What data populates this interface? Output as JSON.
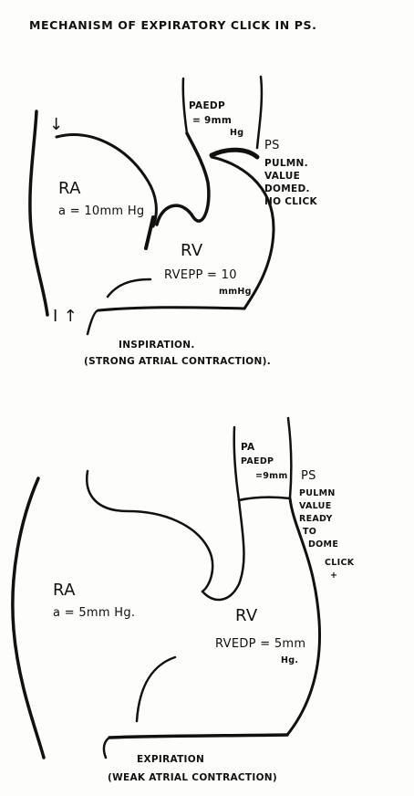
{
  "title": "MECHANISM OF EXPIRATORY CLICK IN PS.",
  "panels": {
    "inspiration": {
      "pa_label_1": "PAEDP",
      "pa_label_2": "= 9mm",
      "pa_label_3": "Hg",
      "ps_label": "PS",
      "ps_note": [
        "PULMN.",
        "VALUE",
        "DOMED.",
        "NO CLICK"
      ],
      "ra_label": "RA",
      "ra_pressure": "a = 10mm Hg",
      "rv_label": "RV",
      "rv_pressure_1": "RVEPP = 10",
      "rv_pressure_2": "mmHg",
      "arrow_down": "↓",
      "arrow_up": "↑",
      "caption_1": "INSPIRATION.",
      "caption_2": "(STRONG ATRIAL CONTRACTION)."
    },
    "expiration": {
      "pa_label_1": "PA",
      "pa_label_2": "PAEDP",
      "pa_label_3": "=9mm",
      "ps_label": "PS",
      "ps_note": [
        "PULMN",
        "VALUE",
        "READY",
        "TO",
        "DOME",
        "CLICK",
        "+"
      ],
      "ra_label": "RA",
      "ra_pressure": "a = 5mm Hg.",
      "rv_label": "RV",
      "rv_pressure_1": "RVEDP = 5mm",
      "rv_pressure_2": "Hg.",
      "caption_1": "EXPIRATION",
      "caption_2": "(WEAK ATRIAL CONTRACTION)"
    }
  },
  "colors": {
    "ink": "#111111",
    "paper": "#fdfdfc"
  }
}
